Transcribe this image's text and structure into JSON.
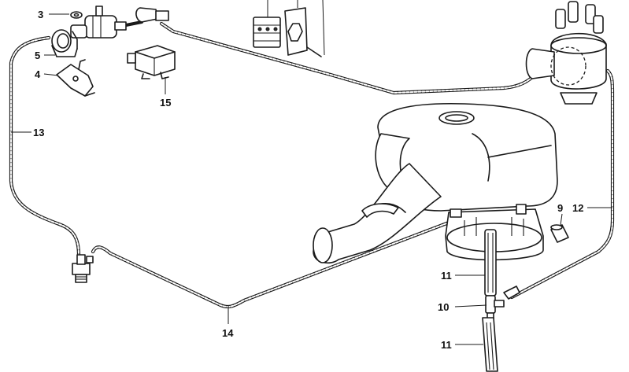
{
  "callouts": {
    "c3": "3",
    "c4": "4",
    "c5": "5",
    "c9": "9",
    "c10": "10",
    "c11a": "11",
    "c11b": "11",
    "c12": "12",
    "c13": "13",
    "c14": "14",
    "c15": "15"
  }
}
